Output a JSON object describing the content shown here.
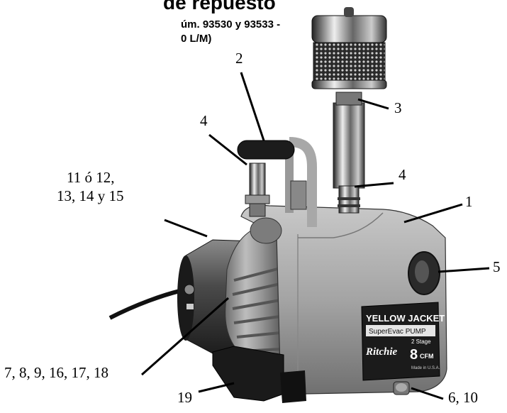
{
  "heading": "de repuesto",
  "subtitle_line1": "úm. 93530 y 93533 -",
  "subtitle_line2": "0 L/M)",
  "pump_label": {
    "brand": "YELLOW JACKET",
    "product": "SuperEvac PUMP",
    "stage": "2 Stage",
    "rating_number": "8",
    "rating_unit": "CFM",
    "maker": "Ritchie",
    "origin": "Made in U.S.A."
  },
  "callouts": {
    "c1": "1",
    "c2": "2",
    "c3": "3",
    "c4_left": "4",
    "c4_right": "4",
    "c5": "5",
    "c6_10": "6, 10",
    "c11_line1": "11 ó  12,",
    "c11_line2": "13, 14 y 15",
    "c7": "7, 8, 9, 16, 17, 18",
    "c19": "19"
  }
}
